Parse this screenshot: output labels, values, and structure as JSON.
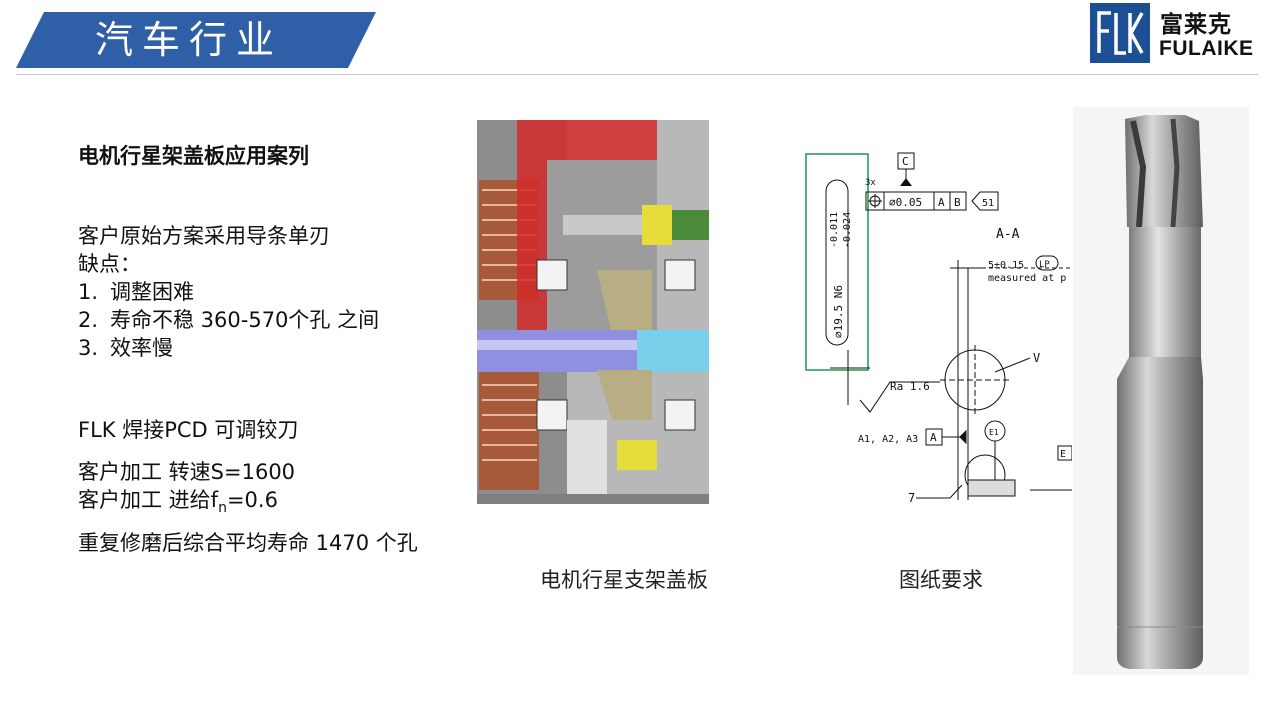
{
  "header": {
    "title": "汽车行业"
  },
  "logo": {
    "cn": "富莱克",
    "en": "FULAIKE",
    "mark": "FLK"
  },
  "content": {
    "case_title": "电机行星架盖板应用案列",
    "original_plan": "客户原始方案采用导条单刃",
    "drawbacks_label": "缺点：",
    "drawbacks": [
      {
        "num": "1.",
        "text": "调整困难"
      },
      {
        "num": "2.",
        "text": "寿命不稳 360-570个孔 之间"
      },
      {
        "num": "3.",
        "text": "效率慢"
      }
    ],
    "solution": "FLK 焊接PCD 可调铰刀",
    "speed": "客户加工 转速S=1600",
    "feed_prefix": "客户加工 进给f",
    "feed_sub": "n",
    "feed_suffix": "=0.6",
    "lifetime": "重复修磨后综合平均寿命 1470 个孔"
  },
  "captions": {
    "cad": "电机行星支架盖板",
    "drawing": "图纸要求"
  },
  "drawing": {
    "datum_c": "C",
    "count": "3x",
    "tolerance": "⌀0.05",
    "ref_a": "A",
    "ref_b": "B",
    "tag": "51",
    "section": "A-A",
    "depth": "5±0.15",
    "lp": "LP",
    "measured": "measured at p",
    "dim": "⌀19.5 N6",
    "tol_upper": "-0.011",
    "tol_lower": "-0.024",
    "v_label": "V",
    "ra": "Ra  1.6",
    "datums": "A1, A2, A3",
    "datum_a": "A",
    "e1": "E1",
    "e_box": "E",
    "seven": "7"
  },
  "colors": {
    "brand": "#2f5fa7",
    "highlight": "#1e9a4a"
  }
}
